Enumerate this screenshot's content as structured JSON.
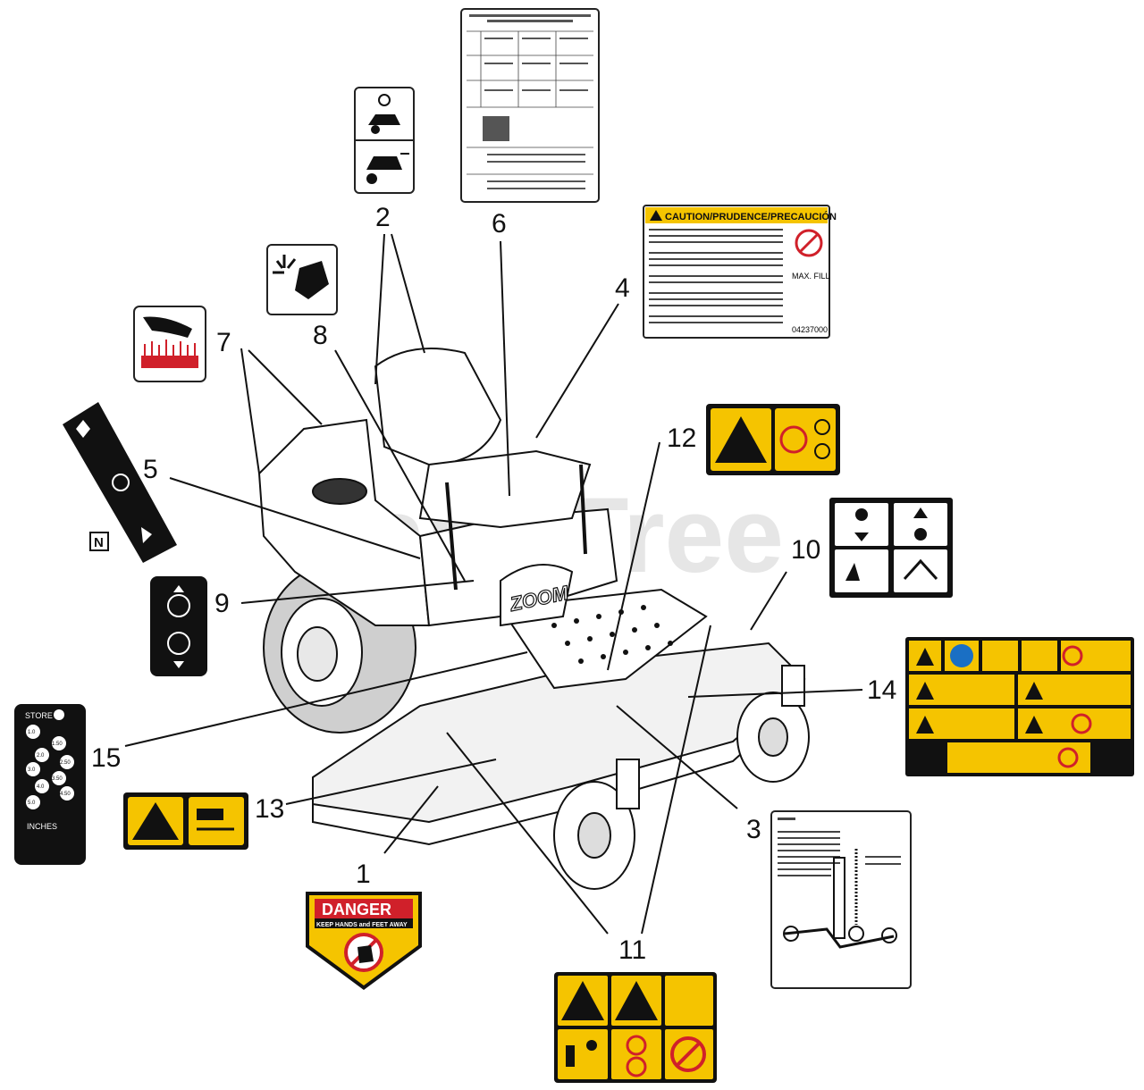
{
  "watermark": "PartsTree",
  "callouts": [
    "1",
    "2",
    "3",
    "4",
    "5",
    "6",
    "7",
    "8",
    "9",
    "10",
    "11",
    "12",
    "13",
    "14",
    "15"
  ],
  "deck_logo": "ZOOM",
  "decals": {
    "caution_header": "CAUTION/PRUDENCE/PRECAUCIÓN",
    "caution_maxfill": "MAX. FILL",
    "caution_partno": "04237000",
    "danger_title": "DANGER",
    "danger_sub": "KEEP HANDS and FEET AWAY",
    "n_marker": "N",
    "height_store": "STORE",
    "height_units": "INCHES",
    "height_values": [
      "1.0",
      "1.50",
      "2.0",
      "2.50",
      "3.0",
      "3.50",
      "4.0",
      "4.50",
      "5.0"
    ]
  },
  "colors": {
    "decal_yellow": "#f5c400",
    "danger_red": "#d0202a",
    "ink": "#111111"
  }
}
